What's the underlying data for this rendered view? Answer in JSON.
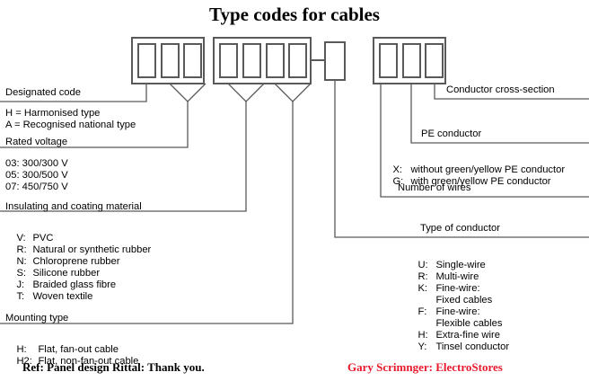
{
  "title": "Type codes for cables",
  "diagram": {
    "description": "cable type code box groups",
    "groups": [
      {
        "name": "group-1",
        "cells": 3
      },
      {
        "name": "group-2",
        "cells": 4
      },
      {
        "name": "group-single",
        "cells": 1
      },
      {
        "name": "group-3",
        "cells": 3
      }
    ]
  },
  "left": {
    "designated_code": {
      "heading": "Designated code",
      "items": [
        "H = Harmonised type",
        "A = Recognised national type"
      ]
    },
    "rated_voltage": {
      "heading": "Rated voltage",
      "items": [
        "03: 300/300 V",
        "05: 300/500 V",
        "07: 450/750 V"
      ]
    },
    "insulating": {
      "heading": "Insulating and coating material",
      "items": [
        {
          "key": "V:",
          "value": "PVC"
        },
        {
          "key": "R:",
          "value": "Natural or synthetic rubber"
        },
        {
          "key": "N:",
          "value": "Chloroprene rubber"
        },
        {
          "key": "S:",
          "value": "Silicone rubber"
        },
        {
          "key": "J:",
          "value": "Braided glass fibre"
        },
        {
          "key": "T:",
          "value": "Woven textile"
        }
      ]
    },
    "mounting": {
      "heading": "Mounting type",
      "items": [
        {
          "key": "H:",
          "value": "Flat, fan-out cable"
        },
        {
          "key": "H2:",
          "value": "Flat, non-fan-out cable"
        }
      ]
    }
  },
  "right": {
    "conductor_cross_section": {
      "heading": "Conductor cross-section"
    },
    "pe_conductor": {
      "heading": "PE conductor",
      "items": [
        {
          "key": "X:",
          "value": "without green/yellow PE conductor"
        },
        {
          "key": "G:",
          "value": "with green/yellow PE conductor"
        }
      ]
    },
    "number_of_wires": {
      "heading": "Number of wires"
    },
    "type_of_conductor": {
      "heading": "Type of conductor",
      "items": [
        {
          "key": "U:",
          "value": "Single-wire"
        },
        {
          "key": "R:",
          "value": "Multi-wire"
        },
        {
          "key": "K:",
          "value": "Fine-wire:"
        },
        {
          "key": "",
          "value": "Fixed cables"
        },
        {
          "key": "F:",
          "value": "Fine-wire:"
        },
        {
          "key": "",
          "value": "Flexible cables"
        },
        {
          "key": "H:",
          "value": "Extra-fine wire"
        },
        {
          "key": "Y:",
          "value": "Tinsel conductor"
        }
      ]
    }
  },
  "footer": {
    "ref": "Ref: Panel design Rittal: Thank you.",
    "credit": "Gary Scrimnger: ElectroStores"
  },
  "colors": {
    "line": "#595959",
    "text": "#000000",
    "credit_red": "#e8192c",
    "background": "#ffffff"
  }
}
